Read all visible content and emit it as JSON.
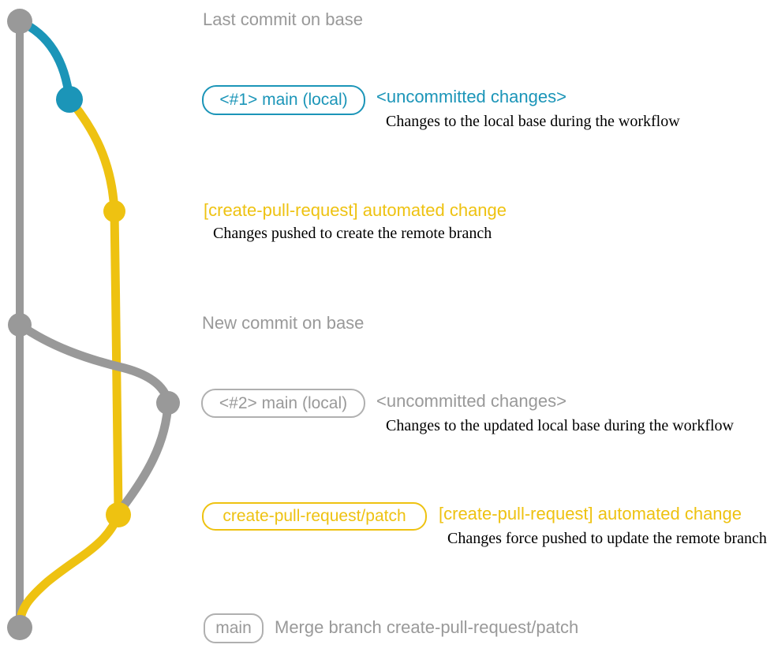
{
  "palette": {
    "base_gray": "#999999",
    "local_blue": "#1b95b8",
    "action_yellow": "#eec211",
    "note_black": "#000000"
  },
  "graph": {
    "branches": [
      {
        "name": "base",
        "color": "#999999"
      },
      {
        "name": "main-local",
        "color": "#1b95b8"
      },
      {
        "name": "create-pull-request/patch",
        "color": "#eec211"
      }
    ],
    "commits": [
      {
        "id": "last-commit-on-base",
        "color": "#999999"
      },
      {
        "id": "local-uncommitted-1",
        "color": "#1b95b8"
      },
      {
        "id": "automated-change-push-1",
        "color": "#eec211"
      },
      {
        "id": "new-commit-on-base",
        "color": "#999999"
      },
      {
        "id": "local-uncommitted-2",
        "color": "#999999"
      },
      {
        "id": "automated-change-push-2",
        "color": "#eec211"
      },
      {
        "id": "merge-commit",
        "color": "#999999"
      }
    ]
  },
  "labels": {
    "last_commit": "Last commit on base",
    "branch1_badge": "<#1> main (local)",
    "branch1_status": "<uncommitted changes>",
    "branch1_note": "Changes to the local base during the workflow",
    "push1_label": "[create-pull-request] automated change",
    "push1_note": "Changes pushed to create the remote branch",
    "new_commit": "New commit on base",
    "branch2_badge": "<#2> main (local)",
    "branch2_status": "<uncommitted changes>",
    "branch2_note": "Changes to the updated local base during the workflow",
    "patch_badge": "create-pull-request/patch",
    "push2_label": "[create-pull-request] automated change",
    "push2_note": "Changes force pushed to update the remote branch",
    "main_badge": "main",
    "merge_message": "Merge branch create-pull-request/patch"
  }
}
